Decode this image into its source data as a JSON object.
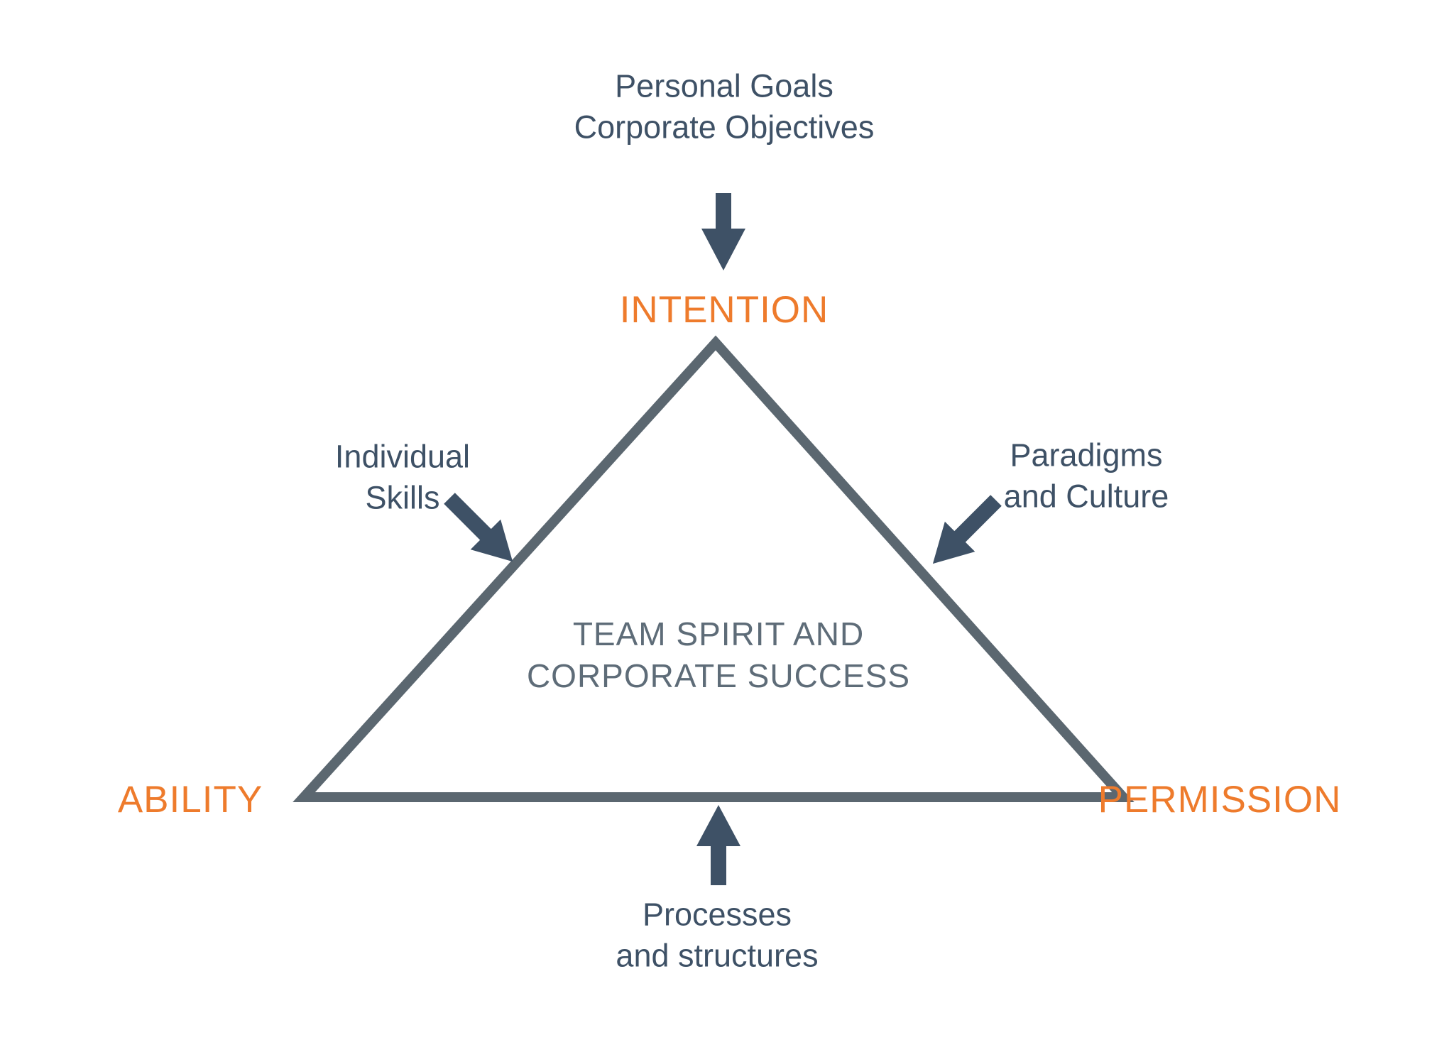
{
  "colors": {
    "background": "#ffffff",
    "navy": "#3e5166",
    "gray": "#5b6770",
    "center_text": "#5e6c78",
    "orange": "#ee7b2c"
  },
  "labels": {
    "top_input": {
      "line1": "Personal Goals",
      "line2": "Corporate Objectives"
    },
    "intention": "INTENTION",
    "left_input": {
      "line1": "Individual",
      "line2": "Skills"
    },
    "right_input": {
      "line1": "Paradigms",
      "line2": "and Culture"
    },
    "center": {
      "line1": "TEAM SPIRIT AND",
      "line2": "CORPORATE SUCCESS"
    },
    "ability": "ABILITY",
    "permission": "PERMISSION",
    "bottom_input": {
      "line1": "Processes",
      "line2": "and structures"
    }
  },
  "icons": {
    "top_arrow": "down-arrow-icon",
    "left_arrow": "diagonal-down-right-arrow-icon",
    "right_arrow": "diagonal-down-left-arrow-icon",
    "bottom_arrow": "up-arrow-icon"
  }
}
